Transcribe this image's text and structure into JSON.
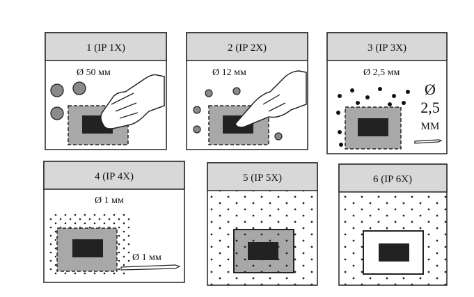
{
  "panels": [
    {
      "title": "1 (IP 1X)",
      "dia_label": "Ø 50 мм"
    },
    {
      "title": "2 (IP 2X)",
      "dia_label": "Ø 12 мм"
    },
    {
      "title": "3 (IP 3X)",
      "dia_label": "Ø 2,5 мм",
      "side_symbol": "Ø",
      "side_value": "2,5",
      "side_unit": "ММ"
    },
    {
      "title": "4 (IP 4X)",
      "dia_label": "Ø 1 мм",
      "wire_label": "Ø 1 мм"
    },
    {
      "title": "5 (IP 5X)"
    },
    {
      "title": "6 (IP 6X)"
    }
  ]
}
